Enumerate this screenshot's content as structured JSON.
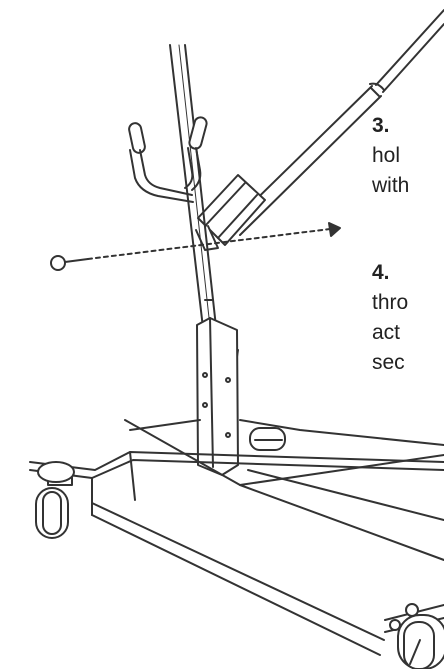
{
  "steps": [
    {
      "number": "3.",
      "lines": [
        "hol",
        "with"
      ]
    },
    {
      "number": "4.",
      "lines": [
        "thro",
        "act",
        "sec"
      ]
    }
  ],
  "colors": {
    "stroke": "#333333",
    "text": "#222222",
    "background": "#ffffff"
  },
  "icons": {
    "pin": "pin-icon",
    "arrow": "arrow-icon"
  }
}
